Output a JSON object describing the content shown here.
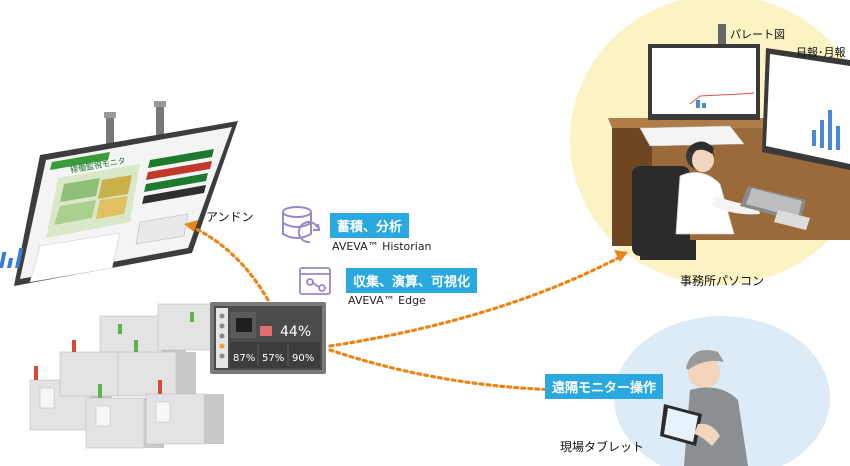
{
  "labels": {
    "andon": "アンドン",
    "office_pc": "事務所パソコン",
    "pallet_chart": "パレート図",
    "daily_monthly": "日報･月報",
    "remote_monitor": "遠隔モニター操作",
    "field_tablet": "現場タブレット"
  },
  "andon_title": "稼働監視モニタ",
  "services": {
    "historian": {
      "label": "蓄積、分析",
      "product": "AVEVA™ Historian"
    },
    "edge": {
      "label": "収集、演算、可視化",
      "product": "AVEVA™ Edge"
    }
  },
  "hmi": {
    "big_value": "44%",
    "values": [
      "87%",
      "57%",
      "90%"
    ]
  },
  "colors": {
    "accent_blue": "#29a9e0",
    "arrow_orange": "#e8861a",
    "office_bg": "#fbf3c4",
    "tablet_bg": "#dcebf6",
    "icon_purple": "#9b86c9"
  }
}
